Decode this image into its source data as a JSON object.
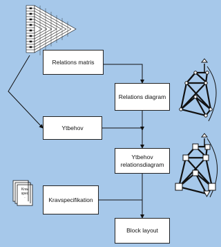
{
  "nodes": {
    "relations_matris": "Relations matris",
    "relations_diagram": "Relations diagram",
    "ytbehov": "Ytbehov",
    "ytbehov_relationsdiagram": "Ytbehov relationsdiagram",
    "kravspecifikation": "Kravspecifikation",
    "block_layout": "Block layout"
  },
  "document_icon": {
    "label_line1": "Krav",
    "label_line2": "spec",
    "label_line3": "."
  },
  "colors": {
    "background": "#a6c8ea",
    "box_fill": "#ffffff",
    "stroke": "#222222"
  },
  "icons": [
    "matrix-grid-icon",
    "relations-graph-icon",
    "space-relations-graph-icon",
    "document-stack-icon"
  ]
}
